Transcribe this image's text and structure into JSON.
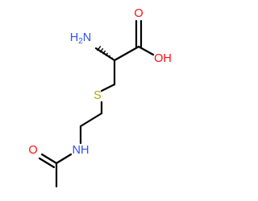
{
  "molecule": {
    "atoms": {
      "amine": "H2N",
      "carbonyl_oxygen": "O",
      "hydroxyl": "OH",
      "sulfur": "S",
      "amide_nitrogen": "NH",
      "amide_oxygen": "O"
    },
    "colors": {
      "bond": "#000000",
      "nitrogen": "#3050f8",
      "oxygen": "#ff0d0d",
      "sulfur": "#b2a313"
    }
  }
}
